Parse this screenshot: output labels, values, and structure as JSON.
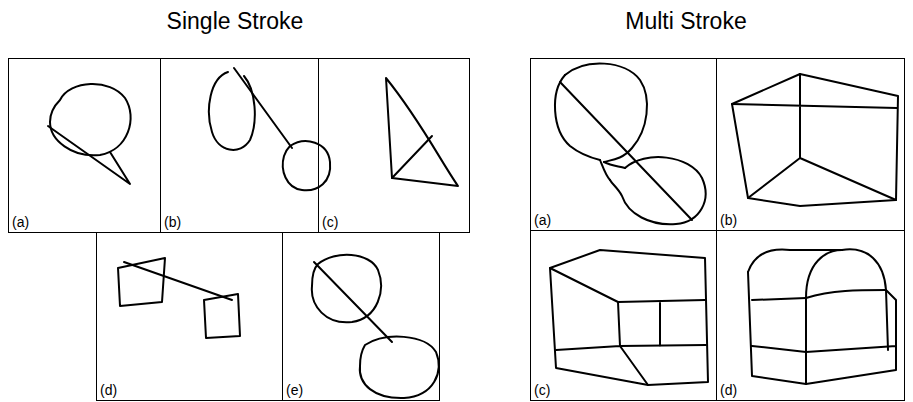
{
  "diagram": {
    "nodes": [
      {
        "text": [
          "(a)"
        ]
      },
      {
        "text": [
          "(b)"
        ]
      },
      {
        "text": [
          "(c)"
        ]
      },
      {
        "text": [
          "(d)"
        ]
      },
      {
        "text": [
          "(e)"
        ]
      },
      {
        "text": [
          "(a)"
        ]
      },
      {
        "text": [
          "(b)"
        ]
      },
      {
        "text": [
          "(c)"
        ]
      },
      {
        "text": [
          "(d)"
        ]
      }
    ],
    "labels": [
      "Single Stroke",
      "Multi Stroke"
    ]
  }
}
